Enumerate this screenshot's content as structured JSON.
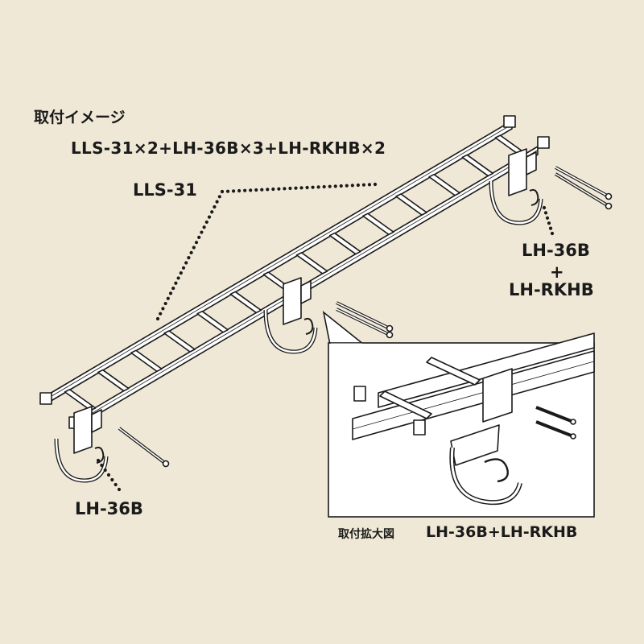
{
  "title": "取付イメージ",
  "formula": "LLS-31×2+LH-36B×3+LH-RKHB×2",
  "labels": {
    "ladder": "LLS-31",
    "right_bracket_line1": "LH-36B",
    "right_bracket_plus": "+",
    "right_bracket_line2": "LH-RKHB",
    "left_bracket": "LH-36B"
  },
  "detail": {
    "caption_left": "取付拡大図",
    "caption_right": "LH-36B+LH-RKHB"
  },
  "colors": {
    "background": "#efe8d6",
    "line": "#1a1a1a",
    "part_fill": "#ffffff",
    "shade": "#c8c8c8"
  }
}
